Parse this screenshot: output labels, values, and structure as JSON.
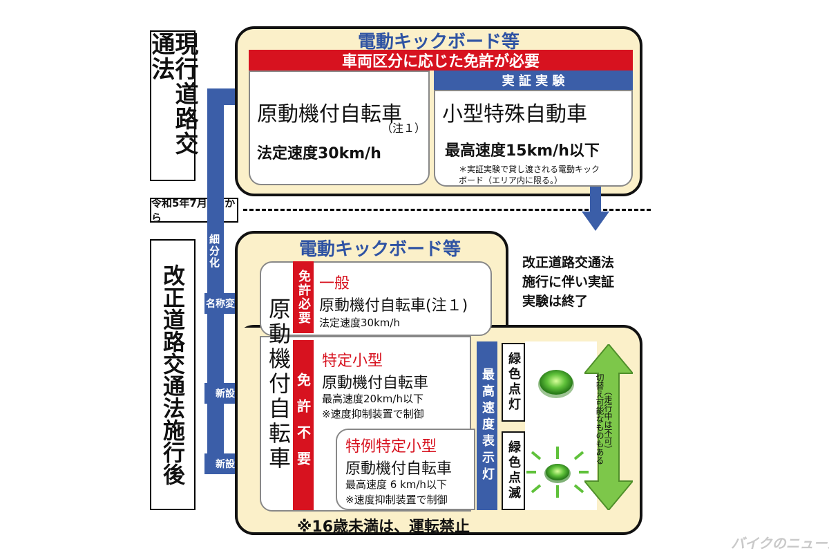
{
  "left": {
    "current_law": "現行道路交通法",
    "revised_law": "改正道路交通法施行後",
    "date": "令和5年7月1日から",
    "arrow_labels": {
      "subdivide": "細分化",
      "rename": "名称変更",
      "new1": "新設",
      "new2": "新設"
    }
  },
  "top": {
    "title": "電動キックボード等",
    "banner": "車両区分に応じた免許が必要",
    "trial_header": "実 証 実 験",
    "left_box": {
      "name": "原動機付自転車",
      "note": "（注１）",
      "speed": "法定速度30km/h"
    },
    "right_box": {
      "name": "小型特殊自動車",
      "speed": "最高速度15km/h以下",
      "note1": "＊実証実験で貸し渡される電動キック",
      "note2": "ボード（エリア内に限る。）"
    }
  },
  "middle_note": {
    "line1": "改正道路交通法",
    "line2": "施行に伴い実証",
    "line3": "実験は終了"
  },
  "bottom": {
    "title": "電動キックボード等",
    "category_vertical": "原動機付自転車",
    "license_required": "免許必要",
    "license_not_required": "免許不要",
    "general": {
      "label": "一般",
      "name": "原動機付自転車(注１)",
      "speed": "法定速度30km/h"
    },
    "specific_small": {
      "label": "特定小型",
      "name": "原動機付自転車",
      "speed": "最高速度20km/h以下",
      "note": "※速度抑制装置で制御"
    },
    "special_specific_small": {
      "label": "特例特定小型",
      "name": "原動機付自転車",
      "speed": "最高速度 6 km/h以下",
      "note": "※速度抑制装置で制御"
    },
    "max_speed_lamp": "最高速度表示灯",
    "green_on": "緑色点灯",
    "green_blink": "緑色点滅",
    "switch_note1": "切替え可能なものもある",
    "switch_note2": "（走行中は不可）",
    "footer": "※16歳未満は、運転禁止"
  },
  "watermark": "バイクのニュース",
  "colors": {
    "panel_bg": "#fbf0c9",
    "red": "#d7121f",
    "blue": "#3b5ea8",
    "green": "#5fc13a"
  }
}
